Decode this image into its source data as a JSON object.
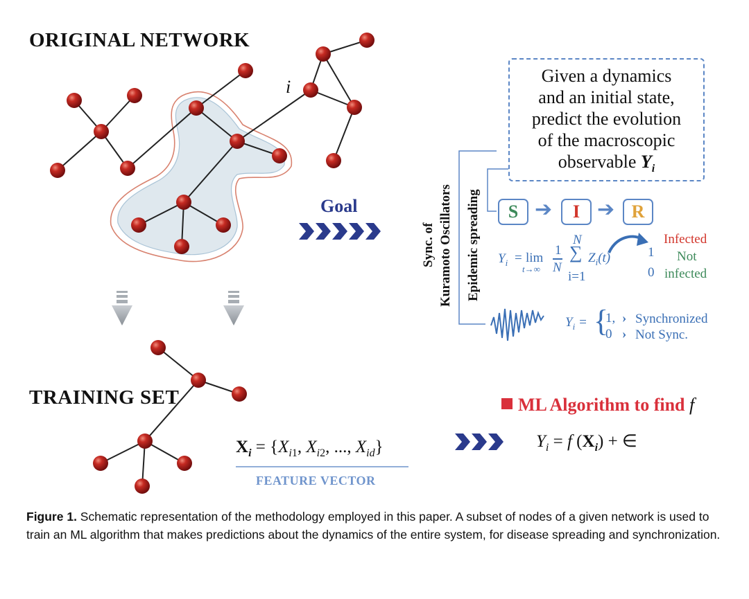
{
  "titles": {
    "original_network": "ORIGINAL NETWORK",
    "training_set": "TRAINING SET"
  },
  "node_label_i": "i",
  "goal": {
    "label": "Goal",
    "lines": [
      "Given a dynamics",
      "and an initial state,",
      "predict the evolution",
      "of the macroscopic",
      "observable"
    ],
    "observable_symbol": "Y",
    "observable_subscript": "i"
  },
  "branches": {
    "outer": "Sync. of",
    "outer2": "Kuramoto Oscillators",
    "inner": "Epidemic spreading"
  },
  "sir": {
    "states": [
      "S",
      "I",
      "R"
    ],
    "colors": [
      "#3d8a5a",
      "#d2362c",
      "#e0a23a"
    ]
  },
  "epidemic": {
    "formula_lhs": "Y",
    "formula_sub": "i",
    "eq": "=",
    "lim": "lim",
    "lim_sub": "t→∞",
    "frac_num": "1",
    "frac_den": "N",
    "sum_top": "N",
    "sum_bot": "i=1",
    "term": "Z",
    "term_sub": "i",
    "term_arg": "(t)",
    "value_one": "1",
    "value_zero": "0",
    "infected": "Infected",
    "not_infected_1": "Not",
    "not_infected_2": "infected"
  },
  "sync": {
    "lhs": "Y",
    "lhs_sub": "i",
    "one": "1,",
    "zero": "0",
    "synchronized": "Synchronized",
    "not_sync": "Not Sync."
  },
  "ml": {
    "text": "ML Algorithm to find",
    "f": "f"
  },
  "feature": {
    "lhs": "X",
    "lhs_sub": "i",
    "rhs": "= {X",
    "label": "FEATURE VECTOR"
  },
  "prediction": {
    "text": "Y"
  },
  "caption": {
    "bold": "Figure 1.",
    "text": " Schematic representation of the methodology employed in this paper. A subset of nodes of a given network is used to train an ML algorithm that makes predictions about the dynamics of the entire system, for disease spreading and synchronization."
  },
  "colors": {
    "node": "#b01818",
    "blue": "#5b86c5",
    "navy": "#2a3a8c",
    "red": "#d9303b"
  }
}
